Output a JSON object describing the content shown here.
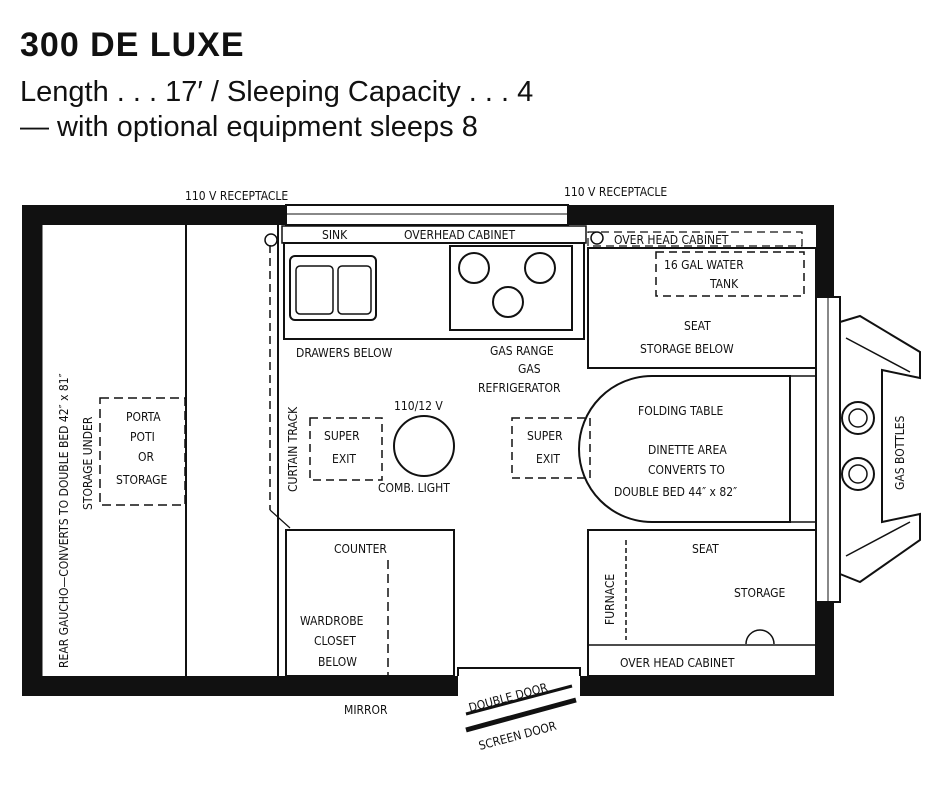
{
  "header": {
    "model": "300 DE LUXE",
    "specs_line1": "Length . . . 17′ / Sleeping Capacity . . . 4",
    "specs_line2": "— with optional equipment sleeps 8"
  },
  "plan": {
    "receptacle_left": "110 V RECEPTACLE",
    "receptacle_right": "110 V RECEPTACLE",
    "sink": "SINK",
    "overhead_cabinet_top": "OVERHEAD CABINET",
    "overhead_cabinet_right": "OVER HEAD CABINET",
    "water_tank": [
      "16 GAL WATER",
      "TANK"
    ],
    "seat_storage_top": [
      "SEAT",
      "STORAGE BELOW"
    ],
    "drawers_below": "DRAWERS BELOW",
    "gas_range": [
      "GAS RANGE",
      "GAS",
      "REFRIGERATOR"
    ],
    "rear_gaucho": "REAR GAUCHO—CONVERTS TO DOUBLE BED 42″ x 81″",
    "storage_under": "STORAGE UNDER",
    "porta_poti": [
      "PORTA",
      "POTI",
      "OR",
      "STORAGE"
    ],
    "curtain_track": "CURTAIN TRACK",
    "super_exit_left": [
      "SUPER",
      "EXIT"
    ],
    "super_exit_right": [
      "SUPER",
      "EXIT"
    ],
    "light_voltage": "110/12 V",
    "comb_light": "COMB. LIGHT",
    "folding_table": "FOLDING TABLE",
    "dinette": [
      "DINETTE AREA",
      "CONVERTS TO",
      "DOUBLE BED 44″ x 82″"
    ],
    "gas_bottles": "GAS BOTTLES",
    "counter": "COUNTER",
    "wardrobe": [
      "WARDROBE",
      "CLOSET",
      "BELOW"
    ],
    "furnace": "FURNACE",
    "seat_bottom": "SEAT",
    "storage_bottom": "STORAGE",
    "overhead_cabinet_bottom": "OVER HEAD CABINET",
    "mirror": "MIRROR",
    "double_door": "DOUBLE DOOR",
    "screen_door": "SCREEN DOOR"
  }
}
